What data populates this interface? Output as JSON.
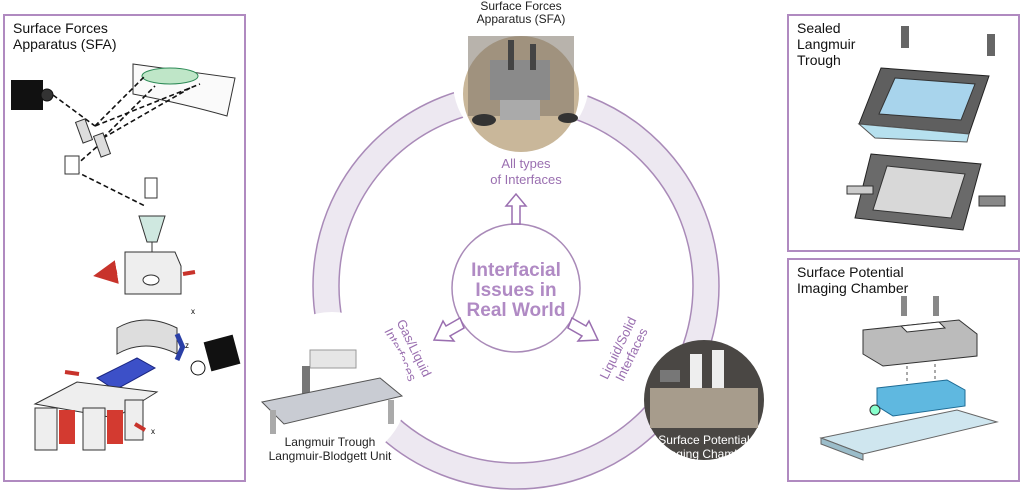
{
  "left_panel": {
    "title": "Surface Forces\nApparatus (SFA)",
    "axis_x_1": "x",
    "axis_x_2": "x",
    "axis_z": "z"
  },
  "top_right_panel": {
    "title": "Sealed\nLangmuir\nTrough"
  },
  "bottom_right_panel": {
    "title": "Surface Potential\nImaging Chamber"
  },
  "center": {
    "title_lines": [
      "Interfacial",
      "Issues in",
      "Real World"
    ],
    "top_node_caption": "Surface Forces\nApparatus (SFA)",
    "top_arrow_label": "All types\nof Interfaces",
    "left_arrow_label": [
      "Gas/Liquid",
      "Interfaces"
    ],
    "right_arrow_label": [
      "Liquid/Solid",
      "Interfaces"
    ],
    "left_node_caption": "Langmuir Trough\nLangmuir-Blodgett Unit",
    "right_node_caption": "Surface Potential\nImaging Chamber"
  },
  "colors": {
    "accent": "#9a6fb0",
    "ring": "#ede8f1",
    "red": "#c8332b",
    "blue": "#2a3fa6",
    "cyan": "#5fb8e0"
  }
}
